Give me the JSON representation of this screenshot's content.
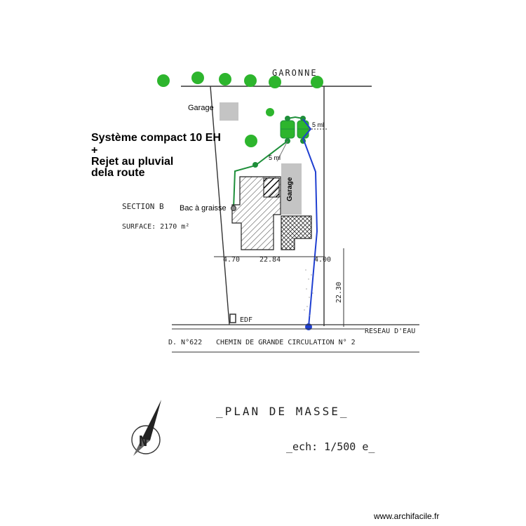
{
  "plan": {
    "river_label": "GARONNE",
    "section_label": "SECTION B",
    "surface_label": "SURFACE: 2170 m²",
    "dim_left": "4.70",
    "dim_mid": "22.84",
    "dim_right": "4.00",
    "dim_vertical": "22.30",
    "edf_label": "EDF",
    "water_network": "RESEAU D'EAU",
    "road_number": "D. N°622",
    "road_name": "CHEMIN DE GRANDE CIRCULATION N° 2",
    "title": "_PLAN DE MASSE_",
    "scale": "_ech: 1/500 e_",
    "north_letter": "N"
  },
  "annotations": {
    "garage_top": "Garage",
    "garage_side": "Garage",
    "system_line1": "Système compact 10 EH",
    "system_line2": "+",
    "system_line3": "Rejet au pluvial",
    "system_line4": "dela route",
    "dist_top": "5 ml",
    "dist_mid": "5 ml",
    "grease_trap": "Bac à graisse"
  },
  "colors": {
    "tree": "#2db52d",
    "pipe_green": "#1e8f3a",
    "pipe_blue": "#1f3fd1",
    "garage_fill": "#c4c4c4",
    "line": "#333333"
  },
  "watermark": "www.archifacile.fr"
}
